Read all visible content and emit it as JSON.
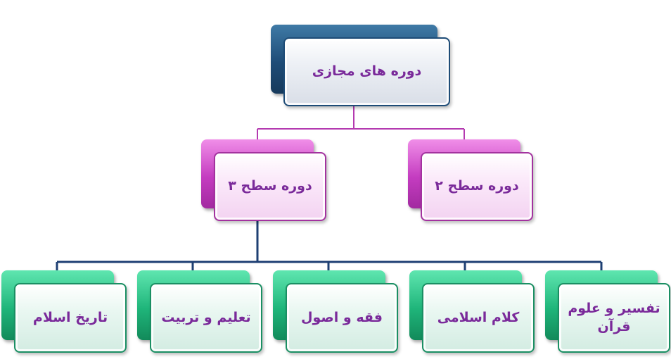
{
  "root": {
    "label": "دوره های مجازی",
    "children": [
      {
        "label": "دوره سطح ۳"
      },
      {
        "label": "دوره سطح ۲"
      }
    ]
  },
  "leaves": [
    {
      "label": "تاریخ اسلام"
    },
    {
      "label": "تعلیم و تربیت"
    },
    {
      "label": "فقه و اصول"
    },
    {
      "label": "کلام اسلامی"
    },
    {
      "label": "تفسیر و علوم قرآن"
    }
  ],
  "colors": {
    "root_accent": "#1e4c77",
    "mid_accent": "#c43cc0",
    "leaf_accent": "#1fb57a",
    "text": "#7a2a9a",
    "connector_mid": "#b43ab0",
    "connector_leaf": "#1e3f73"
  }
}
